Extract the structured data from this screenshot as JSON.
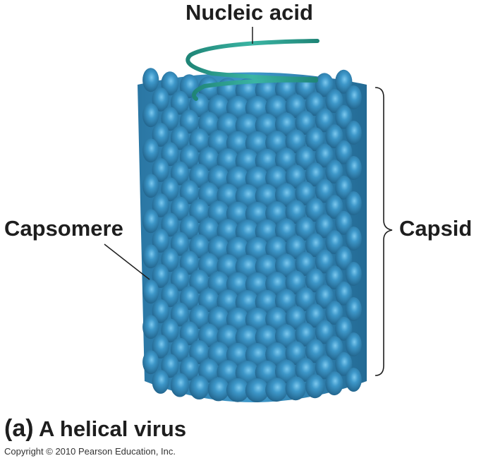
{
  "figure": {
    "labels": {
      "nucleic_acid": "Nucleic acid",
      "capsomere": "Capsomere",
      "capsid": "Capsid"
    },
    "caption": {
      "tag": "(a)",
      "text": "A helical virus"
    },
    "copyright": "Copyright © 2010 Pearson Education, Inc.",
    "colors": {
      "capsomere_blue": "#3d97c9",
      "capsomere_highlight": "#6cc0e8",
      "capsomere_shadow": "#1f5f86",
      "nucleic_acid_teal": "#2fa293",
      "text": "#1e1e1e"
    }
  }
}
